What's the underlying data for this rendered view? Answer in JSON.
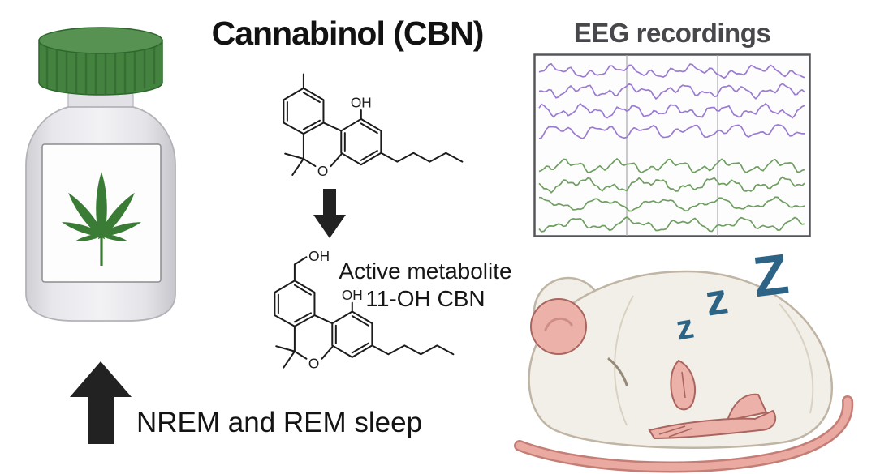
{
  "header": {
    "title": "Cannabinol (CBN)"
  },
  "eeg": {
    "title": "EEG recordings",
    "traces_per_group": 4,
    "trace_colors": {
      "top_group": "#9b7bd1",
      "bottom_group": "#6f9f60"
    },
    "box_border_color": "#55565a",
    "gridline_color": "#a9a9ae"
  },
  "metabolite": {
    "line1": "Active metabolite",
    "line2": "11-OH CBN"
  },
  "sleep": {
    "label": "NREM and REM sleep",
    "zzz": [
      "z",
      "z",
      "Z"
    ],
    "zzz_color": "#2d6486"
  },
  "chemistry": {
    "hydroxyl_label": "OH",
    "oxygen_label": "O"
  },
  "bottle": {
    "cap_color": "#44823f",
    "cap_top_color": "#579253",
    "leaf_color": "#3a7c35"
  },
  "arrows": {
    "color": "#222222",
    "up_arrow_meaning": "increase",
    "down_arrow_meaning": "converts-to"
  }
}
